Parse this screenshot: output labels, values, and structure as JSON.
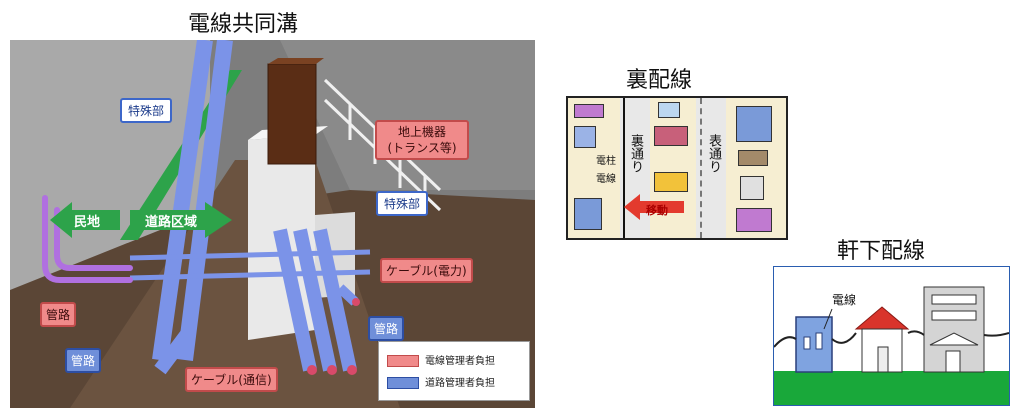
{
  "main_title": "電線共同溝",
  "callouts": {
    "special_top": "特殊部",
    "ground_equipment_line1": "地上機器",
    "ground_equipment_line2": "(トランス等)",
    "private_land": "民地",
    "road_area": "道路区域",
    "special_right": "特殊部",
    "cable_power": "ケーブル(電力)",
    "duct_left": "管路",
    "duct_right": "管路",
    "duct_bottom_left": "管路",
    "cable_comm": "ケーブル(通信)"
  },
  "legend": {
    "items": [
      {
        "label": "電線管理者負担",
        "color": "#f08a8a"
      },
      {
        "label": "道路管理者負担",
        "color": "#6f8fd9"
      }
    ]
  },
  "ura_haisen": {
    "title": "裏配線",
    "back_street": "裏通り",
    "front_street": "表通り",
    "pole": "電柱",
    "wire": "電線",
    "relocation": "移動"
  },
  "nokishita": {
    "title": "軒下配線",
    "wire": "電線"
  },
  "colors": {
    "callout_red": "#f08a8a",
    "callout_blue": "#6f8fd9",
    "arrow_green": "#2da34a",
    "pipe_blue": "#7b93e8",
    "duct_purple": "#b070e0",
    "ground_green": "#19a83a",
    "red_roof": "#d9342b"
  }
}
